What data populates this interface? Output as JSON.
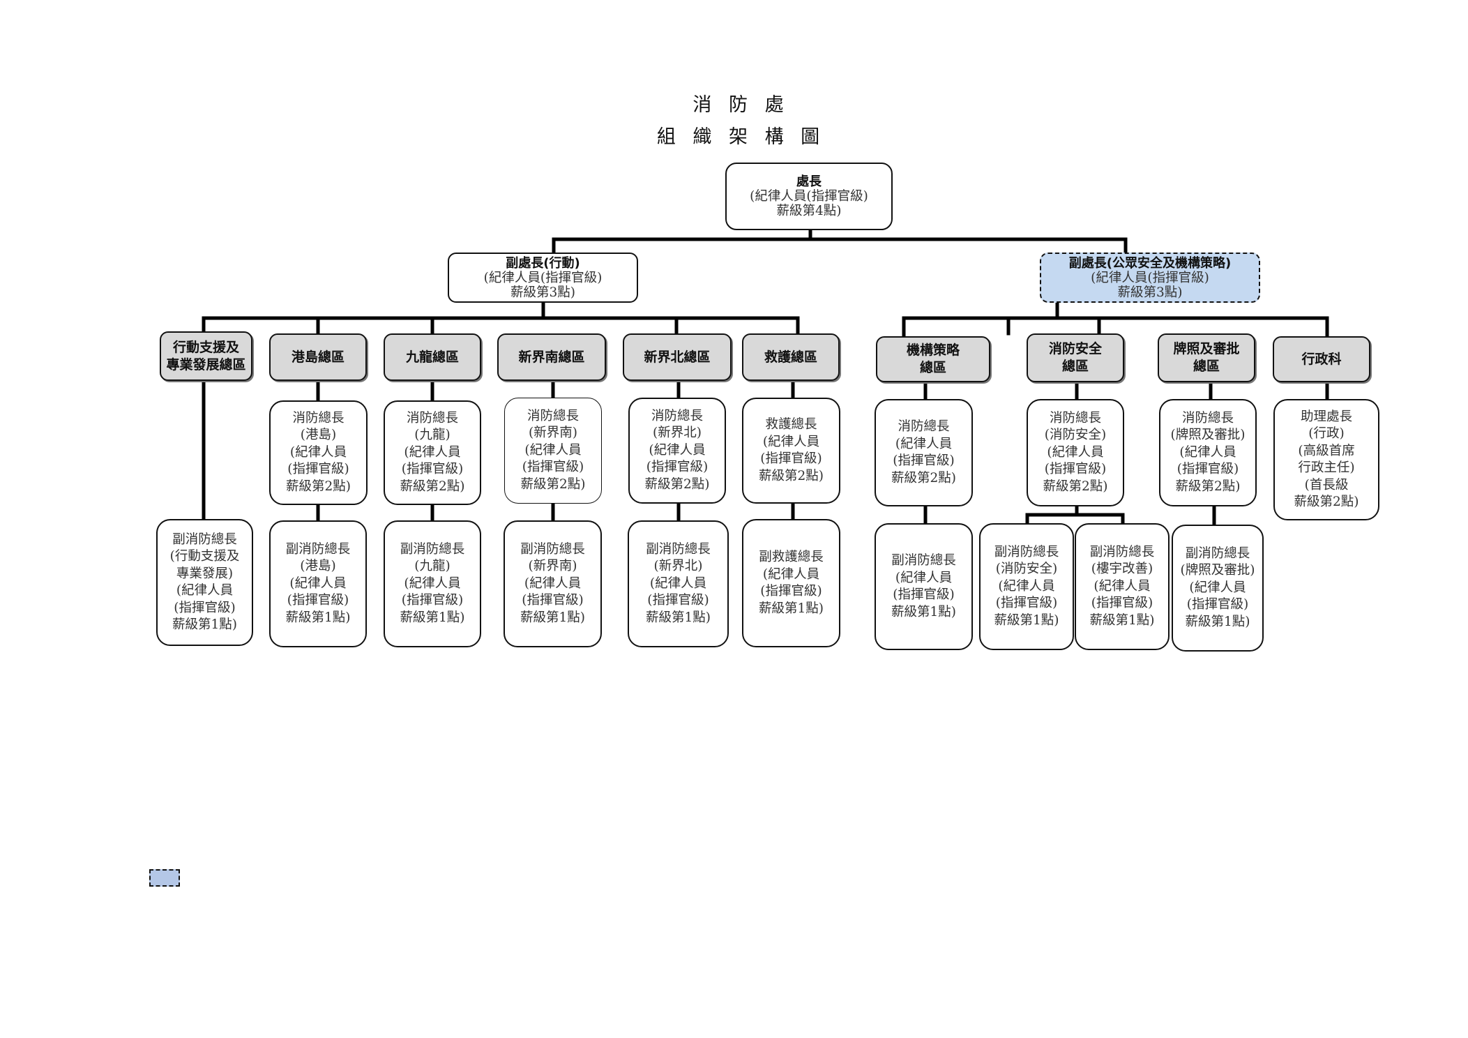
{
  "title": {
    "line1": "消 防 處",
    "line2": "組 織 架 構 圖"
  },
  "colors": {
    "head_fill": "#d9d9d9",
    "deputy_highlight_fill": "#c5d9f1",
    "legend_fill": "#b4c7e7",
    "line": "#000000"
  },
  "director": {
    "title": "處長",
    "rank": "(紀律人員(指揮官級)",
    "pay": "薪級第4點)"
  },
  "deputies": [
    {
      "title": "副處長(行動)",
      "rank": "(紀律人員(指揮官級)",
      "pay": "薪級第3點)",
      "highlighted": false
    },
    {
      "title": "副處長(公眾安全及機構策略)",
      "rank": "(紀律人員(指揮官級)",
      "pay": "薪級第3點)",
      "highlighted": true
    }
  ],
  "commands": [
    {
      "name": [
        "行動支援及",
        "專業發展總區"
      ],
      "under": "operations"
    },
    {
      "name": [
        "港島總區"
      ],
      "under": "operations"
    },
    {
      "name": [
        "九龍總區"
      ],
      "under": "operations"
    },
    {
      "name": [
        "新界南總區"
      ],
      "under": "operations"
    },
    {
      "name": [
        "新界北總區"
      ],
      "under": "operations"
    },
    {
      "name": [
        "救護總區"
      ],
      "under": "operations"
    },
    {
      "name": [
        "機構策略",
        "總區"
      ],
      "under": "public_safety"
    },
    {
      "name": [
        "消防安全",
        "總區"
      ],
      "under": "public_safety"
    },
    {
      "name": [
        "牌照及審批",
        "總區"
      ],
      "under": "public_safety"
    },
    {
      "name": [
        "行政科"
      ],
      "under": "public_safety"
    }
  ],
  "chiefs": [
    null,
    {
      "lines": [
        "消防總長",
        "(港島)",
        "(紀律人員",
        "(指揮官級)",
        "薪級第2點)"
      ]
    },
    {
      "lines": [
        "消防總長",
        "(九龍)",
        "(紀律人員",
        "(指揮官級)",
        "薪級第2點)"
      ]
    },
    {
      "lines": [
        "消防總長",
        "(新界南)",
        "(紀律人員",
        "(指揮官級)",
        "薪級第2點)"
      ]
    },
    {
      "lines": [
        "消防總長",
        "(新界北)",
        "(紀律人員",
        "(指揮官級)",
        "薪級第2點)"
      ]
    },
    {
      "lines": [
        "救護總長",
        "(紀律人員",
        "(指揮官級)",
        "薪級第2點)"
      ]
    },
    {
      "lines": [
        "消防總長",
        "(紀律人員",
        "(指揮官級)",
        "薪級第2點)"
      ]
    },
    {
      "lines": [
        "消防總長",
        "(消防安全)",
        "(紀律人員",
        "(指揮官級)",
        "薪級第2點)"
      ]
    },
    {
      "lines": [
        "消防總長",
        "(牌照及審批)",
        "(紀律人員",
        "(指揮官級)",
        "薪級第2點)"
      ]
    },
    {
      "lines": [
        "助理處長",
        "(行政)",
        "(高級首席",
        "行政主任)",
        "(首長級",
        "薪級第2點)"
      ]
    }
  ],
  "deputy_chiefs": [
    {
      "lines": [
        "副消防總長",
        "(行動支援及",
        "專業發展)",
        "(紀律人員",
        "(指揮官級)",
        "薪級第1點)"
      ]
    },
    {
      "lines": [
        "副消防總長",
        "(港島)",
        "(紀律人員",
        "(指揮官級)",
        "薪級第1點)"
      ]
    },
    {
      "lines": [
        "副消防總長",
        "(九龍)",
        "(紀律人員",
        "(指揮官級)",
        "薪級第1點)"
      ]
    },
    {
      "lines": [
        "副消防總長",
        "(新界南)",
        "(紀律人員",
        "(指揮官級)",
        "薪級第1點)"
      ]
    },
    {
      "lines": [
        "副消防總長",
        "(新界北)",
        "(紀律人員",
        "(指揮官級)",
        "薪級第1點)"
      ]
    },
    {
      "lines": [
        "副救護總長",
        "(紀律人員",
        "(指揮官級)",
        "薪級第1點)"
      ]
    },
    {
      "lines": [
        "副消防總長",
        "(紀律人員",
        "(指揮官級)",
        "薪級第1點)"
      ]
    },
    {
      "lines": [
        "副消防總長",
        "(消防安全)",
        "(紀律人員",
        "(指揮官級)",
        "薪級第1點)"
      ]
    },
    {
      "lines": [
        "副消防總長",
        "(樓宇改善)",
        "(紀律人員",
        "(指揮官級)",
        "薪級第1點)"
      ]
    },
    {
      "lines": [
        "副消防總長",
        "(牌照及審批)",
        "(紀律人員",
        "(指揮官級)",
        "薪級第1點)"
      ]
    }
  ],
  "legend": {
    "swatch": "dashed-blue-box",
    "label": ""
  }
}
